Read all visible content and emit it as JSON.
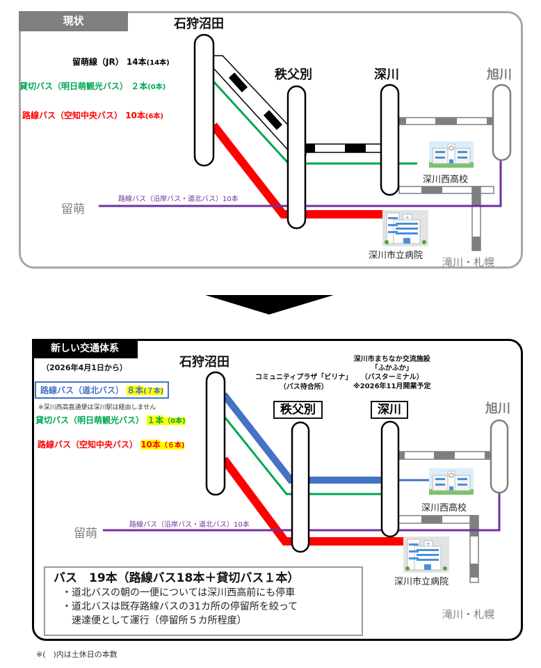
{
  "current": {
    "tag": "現状",
    "stations": {
      "ishikari_numata": "石狩沼田",
      "chichibubetsu": "秩父別",
      "fukagawa": "深川",
      "asahikawa": "旭川",
      "rumoi": "留萌",
      "takikawa_sapporo": "滝川・札幌"
    },
    "routes": [
      {
        "name": "留萌線（JR）",
        "count": "14本",
        "holiday": "(14本)",
        "color": "#000000"
      },
      {
        "name": "貸切バス（明日萌観光バス）",
        "count": "２本",
        "holiday": "(0本)",
        "color": "#00a651"
      },
      {
        "name": "路線バス（空知中央バス）",
        "count": "10本",
        "holiday": "(6本)",
        "color": "#ff0000"
      }
    ],
    "coastal_route": "路線バス（沿岸バス・道北バス）10本",
    "landmarks": {
      "school": "深川西高校",
      "hospital": "深川市立病院"
    }
  },
  "arrow": "down-arrow-icon",
  "new_system": {
    "tag": "新しい交通体系",
    "effective": "（2026年4月1日から）",
    "stations": {
      "ishikari_numata": "石狩沼田",
      "chichibubetsu": "秩父別",
      "fukagawa": "深川",
      "asahikawa": "旭川",
      "rumoi": "留萌",
      "takikawa_sapporo": "滝川・札幌"
    },
    "chichibubetsu_note": [
      "コミュニティプラザ「ビリナ」",
      "（バス待合所）"
    ],
    "fukagawa_note": [
      "深川市まちなか交流施設",
      "「ふかふか」",
      "（バスターミナル）",
      "※2026年11月開業予定"
    ],
    "routes": [
      {
        "name": "路線バス（道北バス）",
        "count": "８本",
        "holiday": "(７本)",
        "color": "#4472c4"
      },
      {
        "name": "貸切バス（明日萌観光バス）",
        "count": "１本",
        "holiday": "（0本)",
        "color": "#00a651"
      },
      {
        "name": "路線バス（空知中央バス）",
        "count": "10本",
        "holiday": "（６本)",
        "color": "#ff0000"
      }
    ],
    "dohoku_note": "※深川西高直通便は深川駅は経由しません",
    "coastal_route": "路線バス（沿岸バス・道北バス）10本",
    "landmarks": {
      "school": "深川西高校",
      "hospital": "深川市立病院"
    },
    "summary": {
      "headline": "バス　19本（路線バス18本＋貸切バス１本）",
      "bullets": [
        "・道北バスの朝の一便については深川西高前にも停車",
        "・道北バスは既存路線バスの31カ所の停留所を絞って",
        "　速達便として運行（停留所５カ所程度）"
      ]
    }
  },
  "footnote": "※(　)内は土休日の本数",
  "colors": {
    "purple": "#7030a0",
    "gray": "#7f7f7f",
    "yellow": "#ffff00"
  }
}
